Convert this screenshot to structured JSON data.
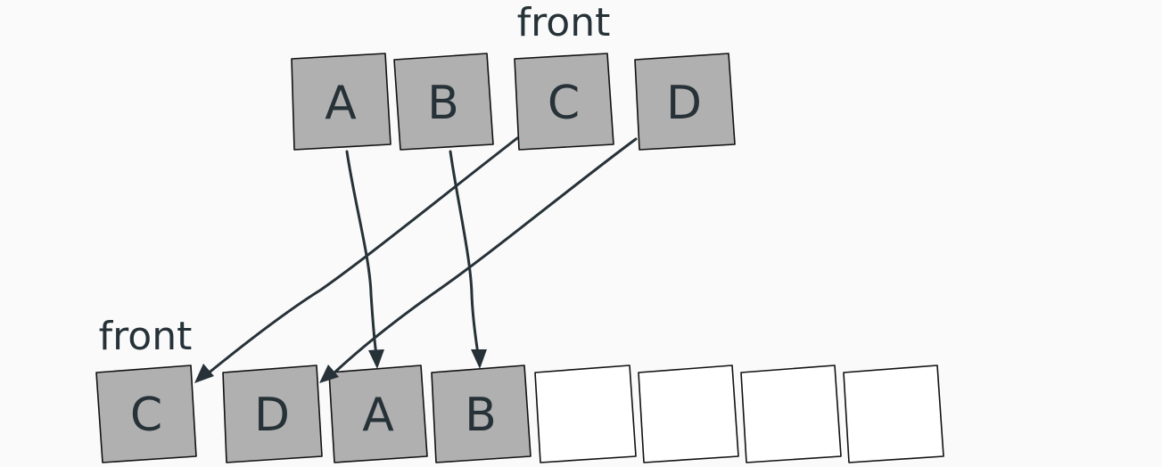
{
  "top_queue": {
    "front_label": "front",
    "cells": [
      {
        "label": "A",
        "filled": true
      },
      {
        "label": "B",
        "filled": true
      },
      {
        "label": "C",
        "filled": true
      },
      {
        "label": "D",
        "filled": true
      }
    ]
  },
  "bottom_queue": {
    "front_label": "front",
    "cells": [
      {
        "label": "C",
        "filled": true
      },
      {
        "label": "D",
        "filled": true
      },
      {
        "label": "A",
        "filled": true
      },
      {
        "label": "B",
        "filled": true
      },
      {
        "label": "",
        "filled": false
      },
      {
        "label": "",
        "filled": false
      },
      {
        "label": "",
        "filled": false
      },
      {
        "label": "",
        "filled": false
      }
    ]
  },
  "colors": {
    "filled_cell": "#b0b0b0",
    "empty_cell": "#ffffff",
    "text": "#263238",
    "arrow": "#263238",
    "background": "#fafafa"
  }
}
